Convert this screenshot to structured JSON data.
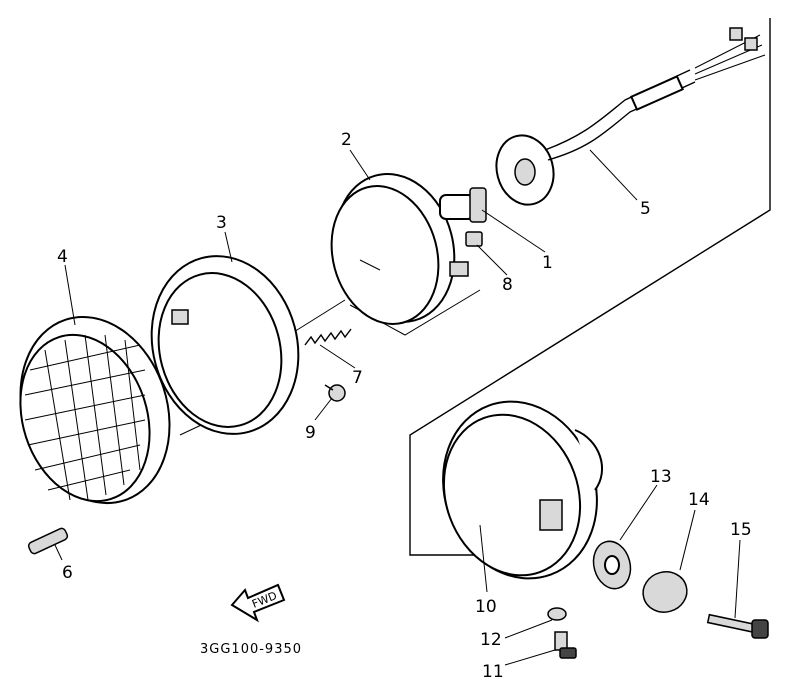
{
  "diagram": {
    "code": "3GG100-9350",
    "fwd_label": "FWD",
    "callouts": [
      {
        "id": "1",
        "label": "1"
      },
      {
        "id": "2",
        "label": "2"
      },
      {
        "id": "3",
        "label": "3"
      },
      {
        "id": "4",
        "label": "4"
      },
      {
        "id": "5",
        "label": "5"
      },
      {
        "id": "6",
        "label": "6"
      },
      {
        "id": "7",
        "label": "7"
      },
      {
        "id": "8",
        "label": "8"
      },
      {
        "id": "9",
        "label": "9"
      },
      {
        "id": "10",
        "label": "10"
      },
      {
        "id": "11",
        "label": "11"
      },
      {
        "id": "12",
        "label": "12"
      },
      {
        "id": "13",
        "label": "13"
      },
      {
        "id": "14",
        "label": "14"
      },
      {
        "id": "15",
        "label": "15"
      }
    ]
  }
}
